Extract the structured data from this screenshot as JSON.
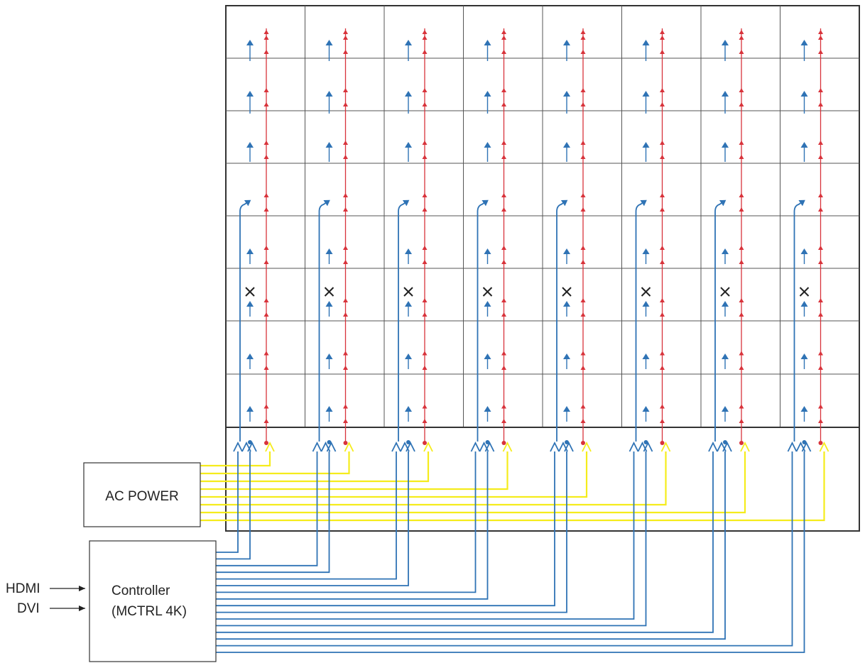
{
  "labels": {
    "ac_power": "AC POWER",
    "controller_line1": "Controller",
    "controller_line2": "(MCTRL 4K)",
    "input_hdmi": "HDMI",
    "input_dvi": "DVI"
  },
  "grid": {
    "columns": 8,
    "rows": 8,
    "failed_row": 5
  },
  "colors": {
    "data": "#2f73b5",
    "power_dc": "#d8333b",
    "ac_feed": "#f5ec1c",
    "frame": "#333333",
    "grid": "#555555"
  }
}
